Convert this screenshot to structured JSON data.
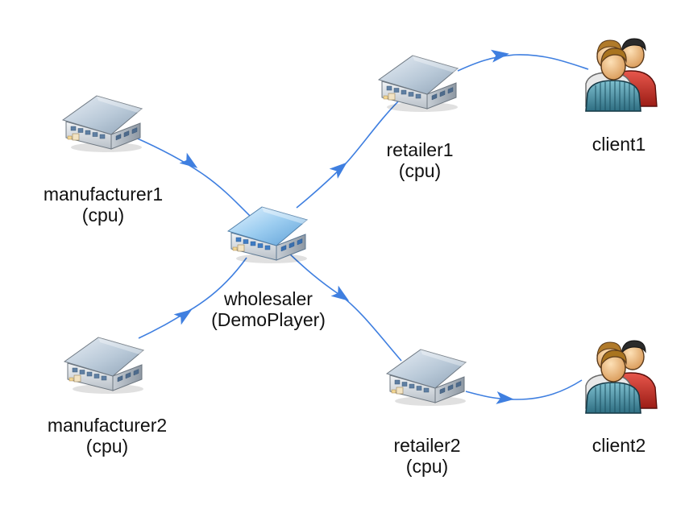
{
  "colors": {
    "edge": "#3f7fe0",
    "warehouse_roof": "#b9c9d8",
    "warehouse_roof_highlight": "#a9d3f2",
    "client_shirt": "#4e93a6",
    "client_shirt_back": "#c9352b"
  },
  "nodes": [
    {
      "id": "manufacturer1",
      "icon": "warehouse-icon",
      "label_lines": [
        "manufacturer1",
        "(cpu)"
      ]
    },
    {
      "id": "manufacturer2",
      "icon": "warehouse-icon",
      "label_lines": [
        "manufacturer2",
        "(cpu)"
      ]
    },
    {
      "id": "wholesaler",
      "icon": "warehouse-icon",
      "label_lines": [
        "wholesaler",
        "(DemoPlayer)"
      ]
    },
    {
      "id": "retailer1",
      "icon": "warehouse-icon",
      "label_lines": [
        "retailer1",
        "(cpu)"
      ]
    },
    {
      "id": "retailer2",
      "icon": "warehouse-icon",
      "label_lines": [
        "retailer2",
        "(cpu)"
      ]
    },
    {
      "id": "client1",
      "icon": "users-icon",
      "label_lines": [
        "client1"
      ]
    },
    {
      "id": "client2",
      "icon": "users-icon",
      "label_lines": [
        "client2"
      ]
    }
  ],
  "edges": [
    {
      "from": "manufacturer1",
      "to": "wholesaler"
    },
    {
      "from": "manufacturer2",
      "to": "wholesaler"
    },
    {
      "from": "wholesaler",
      "to": "retailer1"
    },
    {
      "from": "wholesaler",
      "to": "retailer2"
    },
    {
      "from": "retailer1",
      "to": "client1"
    },
    {
      "from": "retailer2",
      "to": "client2"
    }
  ]
}
